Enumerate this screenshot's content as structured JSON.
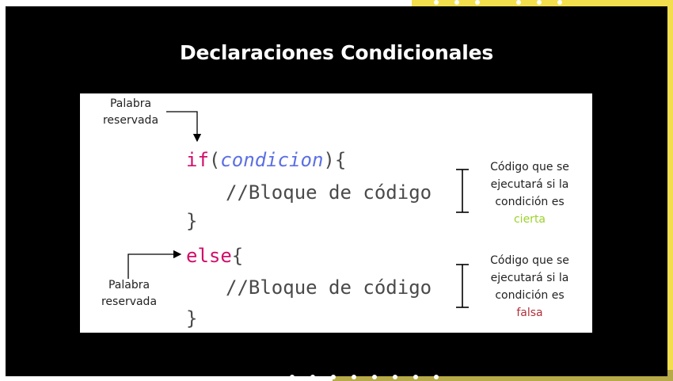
{
  "title": "Declaraciones Condicionales",
  "code": {
    "if_keyword": "if",
    "if_open_paren": "(",
    "if_condition": "condicion",
    "if_close": "){",
    "comment_1": "//Bloque de código",
    "close_brace_1": "}",
    "else_keyword": "else",
    "else_open": "{",
    "comment_2": "//Bloque de código",
    "close_brace_2": "}"
  },
  "annotations": {
    "reserved_top": [
      "Palabra",
      "reservada"
    ],
    "reserved_bottom": [
      "Palabra",
      "reservada"
    ],
    "if_note": {
      "lines": [
        "Código que se",
        "ejecutará si la",
        "condición es"
      ],
      "highlight": "cierta",
      "highlight_color": "#9bd22e"
    },
    "else_note": {
      "lines": [
        "Código que se",
        "ejecutará si la",
        "condición es"
      ],
      "highlight": "falsa",
      "highlight_color": "#b0313a"
    }
  },
  "colors": {
    "keyword": "#d10f6a",
    "parameter": "#5b6fe3",
    "code_text": "#4a4a4a",
    "slide_background": "#000000",
    "accent_yellow": "#f3df4d",
    "accent_olive": "#b7aa48"
  }
}
